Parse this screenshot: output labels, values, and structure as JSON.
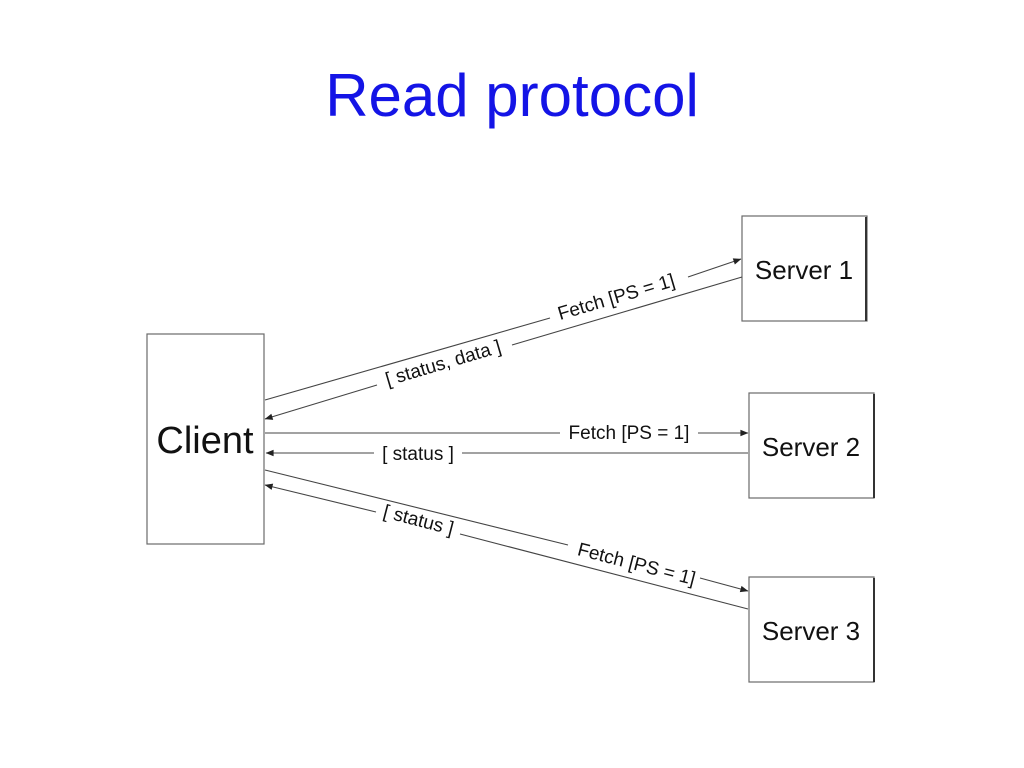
{
  "slide": {
    "title": "Read protocol"
  },
  "diagram": {
    "client": {
      "label": "Client"
    },
    "servers": [
      {
        "label": "Server 1"
      },
      {
        "label": "Server 2"
      },
      {
        "label": "Server 3"
      }
    ],
    "messages": {
      "fetch_s1": "Fetch [PS = 1]",
      "reply_s1": "[ status, data ]",
      "fetch_s2": "Fetch [PS = 1]",
      "reply_s2": "[ status ]",
      "fetch_s3": "Fetch [PS = 1]",
      "reply_s3": "[ status ]"
    }
  }
}
